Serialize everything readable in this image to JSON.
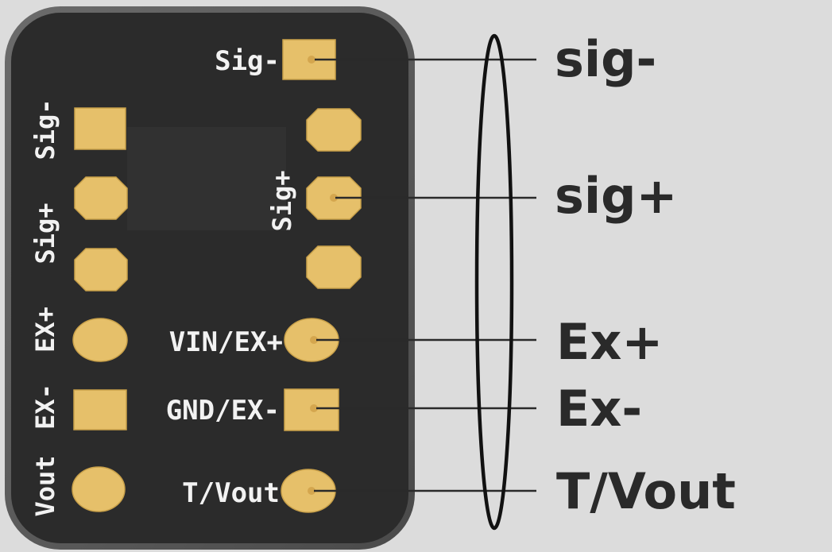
{
  "board": {
    "labels": {
      "sig_minus_top": "Sig-",
      "sig_plus_right": "Sig+",
      "vin_ex_plus": "VIN/EX+",
      "gnd_ex_minus": "GND/EX-",
      "t_vout": "T/Vout",
      "left_sig_minus": "Sig-",
      "left_sig_plus": "Sig+",
      "left_ex_plus": "EX+",
      "left_ex_minus": "EX-",
      "left_vout": "Vout"
    }
  },
  "wires": {
    "sig_minus": "sig-",
    "sig_plus": "sig+",
    "ex_plus": "Ex+",
    "ex_minus": "Ex-",
    "t_vout": "T/Vout"
  }
}
